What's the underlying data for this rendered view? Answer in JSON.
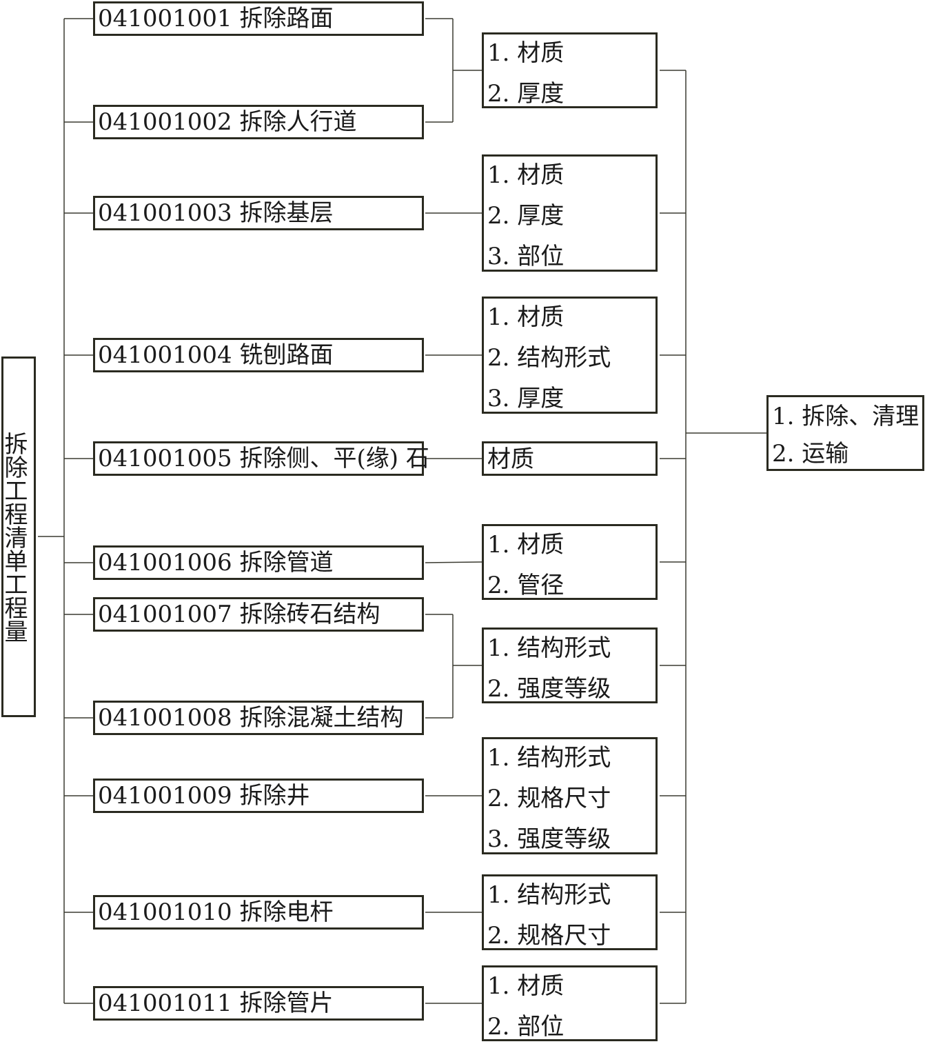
{
  "root": {
    "title": "拆除工程清单工程量"
  },
  "items": [
    {
      "label": "041001001 拆除路面"
    },
    {
      "label": "041001002 拆除人行道"
    },
    {
      "label": "041001003 拆除基层"
    },
    {
      "label": "041001004 铣刨路面"
    },
    {
      "label": "041001005 拆除侧、平(缘) 石"
    },
    {
      "label": "041001006 拆除管道"
    },
    {
      "label": "041001007 拆除砖石结构"
    },
    {
      "label": "041001008 拆除混凝土结构"
    },
    {
      "label": "041001009 拆除井"
    },
    {
      "label": "041001010 拆除电杆"
    },
    {
      "label": "041001011 拆除管片"
    }
  ],
  "attributes": [
    {
      "lines": [
        "1.  材质",
        "2.  厚度"
      ]
    },
    {
      "lines": [
        "1.  材质",
        "2.  厚度",
        "3.  部位"
      ]
    },
    {
      "lines": [
        "1.  材质",
        "2.  结构形式",
        "3.  厚度"
      ]
    },
    {
      "lines": [
        "材质"
      ]
    },
    {
      "lines": [
        "1.  材质",
        "2.  管径"
      ]
    },
    {
      "lines": [
        "1.  结构形式",
        "2.  强度等级"
      ]
    },
    {
      "lines": [
        "1.  结构形式",
        "2.  规格尺寸",
        "3.  强度等级"
      ]
    },
    {
      "lines": [
        "1.  结构形式",
        "2.  规格尺寸"
      ]
    },
    {
      "lines": [
        "1.  材质",
        "2.  部位"
      ]
    }
  ],
  "work": {
    "lines": [
      "1.  拆除、清理",
      "2.  运输"
    ]
  }
}
